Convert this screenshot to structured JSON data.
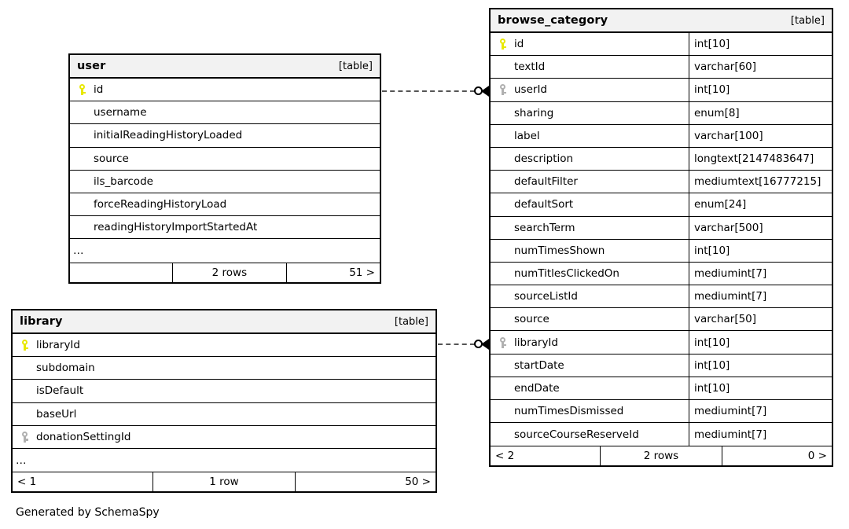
{
  "diagram": {
    "caption": "Generated by SchemaSpy",
    "table_tag": "[table]",
    "ellipsis": "…",
    "key_icons": {
      "primary": "primary-key-icon",
      "foreign": "foreign-key-icon"
    }
  },
  "tables": [
    {
      "id": "user",
      "name": "user",
      "tag": "[table]",
      "show_types": false,
      "columns": [
        {
          "name": "id",
          "key": "primary"
        },
        {
          "name": "username",
          "key": "none"
        },
        {
          "name": "initialReadingHistoryLoaded",
          "key": "none"
        },
        {
          "name": "source",
          "key": "none"
        },
        {
          "name": "ils_barcode",
          "key": "none"
        },
        {
          "name": "forceReadingHistoryLoad",
          "key": "none"
        },
        {
          "name": "readingHistoryImportStartedAt",
          "key": "none"
        }
      ],
      "has_ellipsis": true,
      "footer": {
        "prev": "",
        "count": "2 rows",
        "next": "51 >"
      }
    },
    {
      "id": "library",
      "name": "library",
      "tag": "[table]",
      "show_types": false,
      "columns": [
        {
          "name": "libraryId",
          "key": "primary"
        },
        {
          "name": "subdomain",
          "key": "none"
        },
        {
          "name": "isDefault",
          "key": "none"
        },
        {
          "name": "baseUrl",
          "key": "none"
        },
        {
          "name": "donationSettingId",
          "key": "foreign"
        }
      ],
      "has_ellipsis": true,
      "footer": {
        "prev": "< 1",
        "count": "1 row",
        "next": "50 >"
      }
    },
    {
      "id": "browse_category",
      "name": "browse_category",
      "tag": "[table]",
      "show_types": true,
      "columns": [
        {
          "name": "id",
          "type": "int[10]",
          "key": "primary"
        },
        {
          "name": "textId",
          "type": "varchar[60]",
          "key": "none"
        },
        {
          "name": "userId",
          "type": "int[10]",
          "key": "foreign"
        },
        {
          "name": "sharing",
          "type": "enum[8]",
          "key": "none"
        },
        {
          "name": "label",
          "type": "varchar[100]",
          "key": "none"
        },
        {
          "name": "description",
          "type": "longtext[2147483647]",
          "key": "none"
        },
        {
          "name": "defaultFilter",
          "type": "mediumtext[16777215]",
          "key": "none"
        },
        {
          "name": "defaultSort",
          "type": "enum[24]",
          "key": "none"
        },
        {
          "name": "searchTerm",
          "type": "varchar[500]",
          "key": "none"
        },
        {
          "name": "numTimesShown",
          "type": "int[10]",
          "key": "none"
        },
        {
          "name": "numTitlesClickedOn",
          "type": "mediumint[7]",
          "key": "none"
        },
        {
          "name": "sourceListId",
          "type": "mediumint[7]",
          "key": "none"
        },
        {
          "name": "source",
          "type": "varchar[50]",
          "key": "none"
        },
        {
          "name": "libraryId",
          "type": "int[10]",
          "key": "foreign"
        },
        {
          "name": "startDate",
          "type": "int[10]",
          "key": "none"
        },
        {
          "name": "endDate",
          "type": "int[10]",
          "key": "none"
        },
        {
          "name": "numTimesDismissed",
          "type": "mediumint[7]",
          "key": "none"
        },
        {
          "name": "sourceCourseReserveId",
          "type": "mediumint[7]",
          "key": "none"
        }
      ],
      "has_ellipsis": false,
      "footer": {
        "prev": "< 2",
        "count": "2 rows",
        "next": "0 >"
      }
    }
  ],
  "relationships": [
    {
      "id": "user-to-browse_category",
      "from": "user.id",
      "to": "browse_category.userId"
    },
    {
      "id": "library-to-browse_category",
      "from": "library.libraryId",
      "to": "browse_category.libraryId"
    }
  ]
}
